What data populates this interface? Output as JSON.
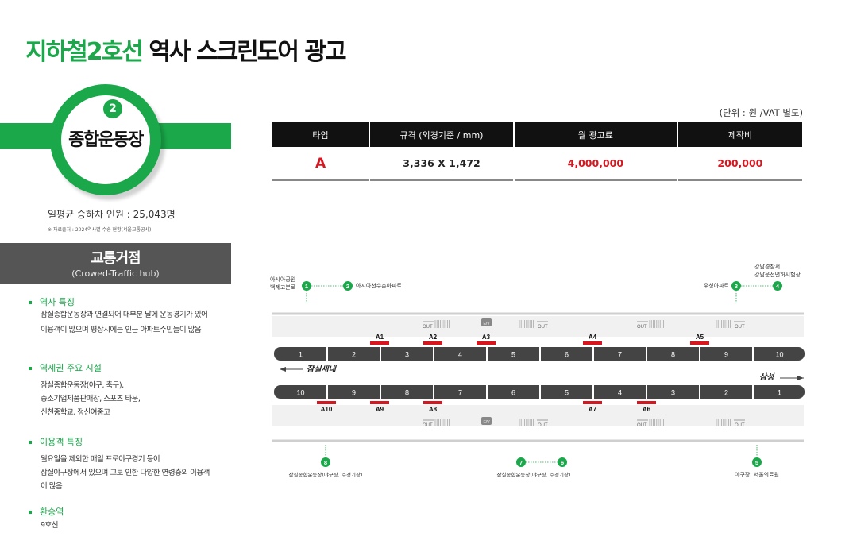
{
  "title": {
    "line_part": "지하철2호선",
    "rest": " 역사 스크린도어 광고"
  },
  "station": {
    "line_number": "2",
    "name": "종합운동장"
  },
  "ridership": "일평균 승하차 인원 : 25,043명",
  "source": "※ 자료출처 : 2024역사별 수송 현황(서울교통공사)",
  "hub": {
    "title": "교통거점",
    "subtitle": "(Crowed-Traffic hub)"
  },
  "sections": [
    {
      "heading": "역사 특징",
      "body": "잠실종합운동장과 연결되어 대부분 날에 운동경기가 있어 이용객이 많으며 평상시에는 인근 아파트주민들이 많음"
    },
    {
      "heading": "역세권 주요 시설",
      "body": "잠실종합운동장(야구, 축구),\n중소기업제품판매장, 스포츠 타운,\n신천중학교, 정신여중고"
    },
    {
      "heading": "이용객 특징",
      "body": "월요일을 제외한 매일 프로야구경기 등이\n잠실야구장에서 있으며 그로 인한 다양한 연령층의 이용객이 많음"
    },
    {
      "heading": "환승역",
      "body": "9호선"
    }
  ],
  "table": {
    "unit_note": "(단위 : 원 /VAT 별도)",
    "headers": [
      "타입",
      "규격 (외경기준 / mm)",
      "월 광고료",
      "제작비"
    ],
    "row": {
      "type": "A",
      "size": "3,336 X 1,472",
      "monthly_fee": "4,000,000",
      "production_cost": "200,000"
    }
  },
  "map": {
    "top_labels": {
      "exit1": "아시아공원\n백제고분로",
      "exit2": "아시아선수촌아파트",
      "exit3": "우성아파트",
      "exit4": "강남경찰서\n강남운전면허시험장"
    },
    "bottom_labels": {
      "exit8": "잠실종합운동장(야구장, 주경기장)",
      "exit76": "잠실종합운동장(야구장, 주경기장)",
      "exit5": "야구장, 서울의료원"
    },
    "direction_west": "잠실새내",
    "direction_east": "삼성",
    "out_label": "OUT",
    "ev_label": "E/V",
    "top_doors": [
      "1",
      "2",
      "3",
      "4",
      "5",
      "6",
      "7",
      "8",
      "9",
      "10"
    ],
    "bottom_doors": [
      "10",
      "9",
      "8",
      "7",
      "6",
      "5",
      "4",
      "3",
      "2",
      "1"
    ],
    "top_ads": [
      "A1",
      "A2",
      "A3",
      "A4",
      "A5"
    ],
    "bottom_ads": [
      "A10",
      "A9",
      "A8",
      "A7",
      "A6"
    ],
    "exit_numbers": {
      "e1": "1",
      "e2": "2",
      "e3": "3",
      "e4": "4",
      "e5": "5",
      "e6": "6",
      "e7": "7",
      "e8": "8"
    }
  },
  "colors": {
    "line_green": "#1aa84a",
    "ad_red": "#d8161f",
    "header_black": "#111111"
  }
}
